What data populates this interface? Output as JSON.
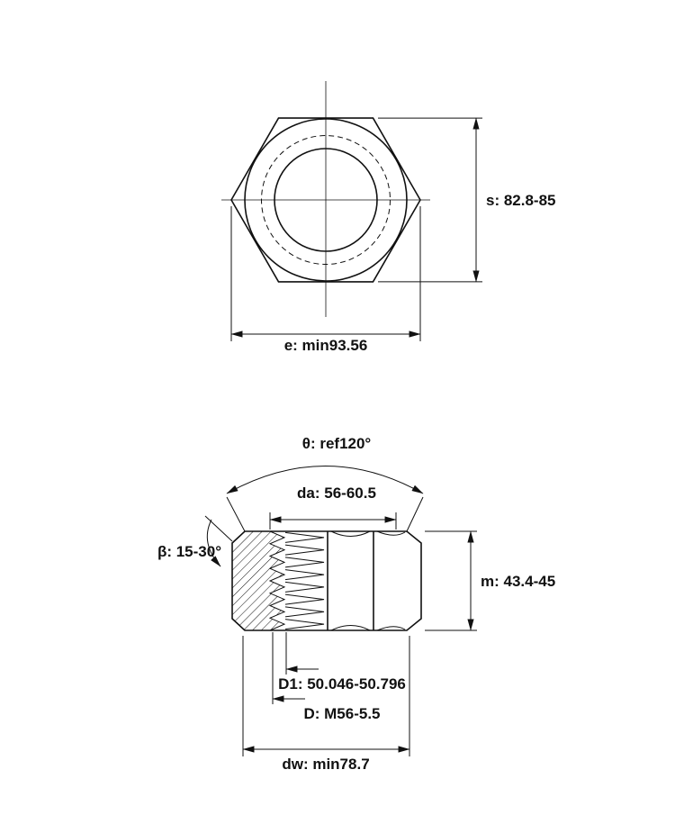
{
  "colors": {
    "ink": "#111111",
    "background": "#ffffff"
  },
  "top_view": {
    "s_label": "s: 82.8-85",
    "e_label": "e: min93.56"
  },
  "side_view": {
    "theta_label": "θ: ref120°",
    "da_label": "da: 56-60.5",
    "beta_label": "β: 15-30°",
    "m_label": "m: 43.4-45",
    "d1_label": "D1: 50.046-50.796",
    "d_label": "D: M56-5.5",
    "dw_label": "dw: min78.7"
  }
}
